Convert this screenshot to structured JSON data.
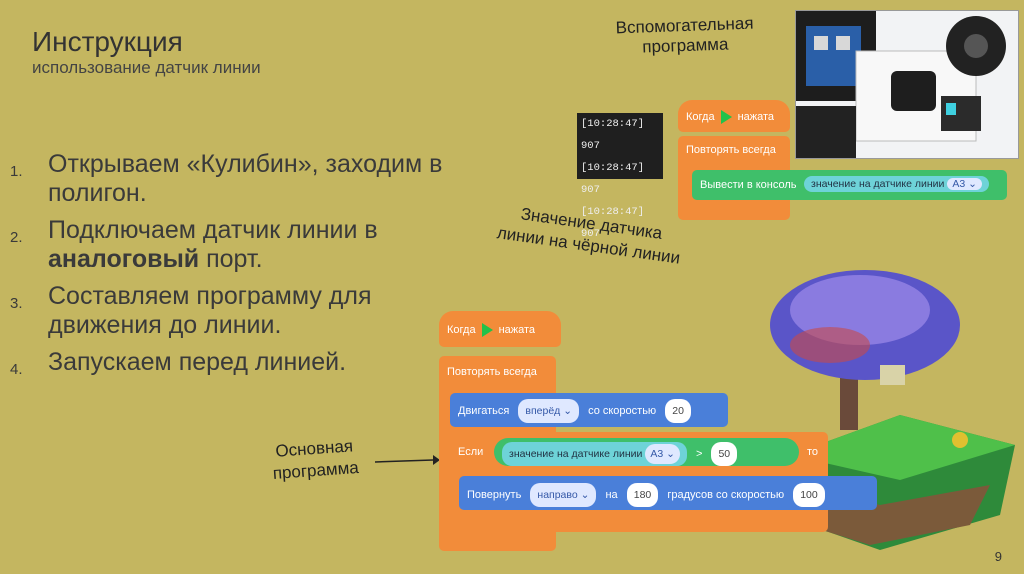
{
  "slide": {
    "title": "Инструкция",
    "subtitle": "использование датчик линии",
    "page_number": "9"
  },
  "steps": [
    {
      "num": "1.",
      "text": "Открываем «Кулибин», заходим в полигон."
    },
    {
      "num": "2.",
      "pre": "Подключаем датчик линии в ",
      "bold": "аналоговый",
      "post": " порт."
    },
    {
      "num": "3.",
      "text": "Составляем программу для движения до линии."
    },
    {
      "num": "4.",
      "text": "Запускаем перед линией."
    }
  ],
  "aux_program": {
    "label": "Вспомогательная программа",
    "when": "Когда",
    "clicked": "нажата",
    "forever": "Повторять всегда",
    "print": "Вывести в консоль",
    "sensor_value": "значение на датчике линии",
    "port": "A3",
    "console_lines": [
      "[10:28:47] 907",
      "[10:28:47] 907",
      "[10:28:47] 907"
    ],
    "note": "Значение датчика линии на чёрной линии"
  },
  "main_program": {
    "label": "Основная программа",
    "when": "Когда",
    "clicked": "нажата",
    "forever": "Повторять всегда",
    "move": "Двигаться",
    "direction": "вперёд",
    "with_speed": "со скоростью",
    "speed": "20",
    "if": "Если",
    "sensor_value": "значение на датчике линии",
    "port": "A3",
    "gt": ">",
    "threshold": "50",
    "then": "то",
    "turn": "Повернуть",
    "turn_dir": "направо",
    "on": "на",
    "degrees_value": "180",
    "degrees_with_speed": "градусов со скоростью",
    "turn_speed": "100"
  }
}
